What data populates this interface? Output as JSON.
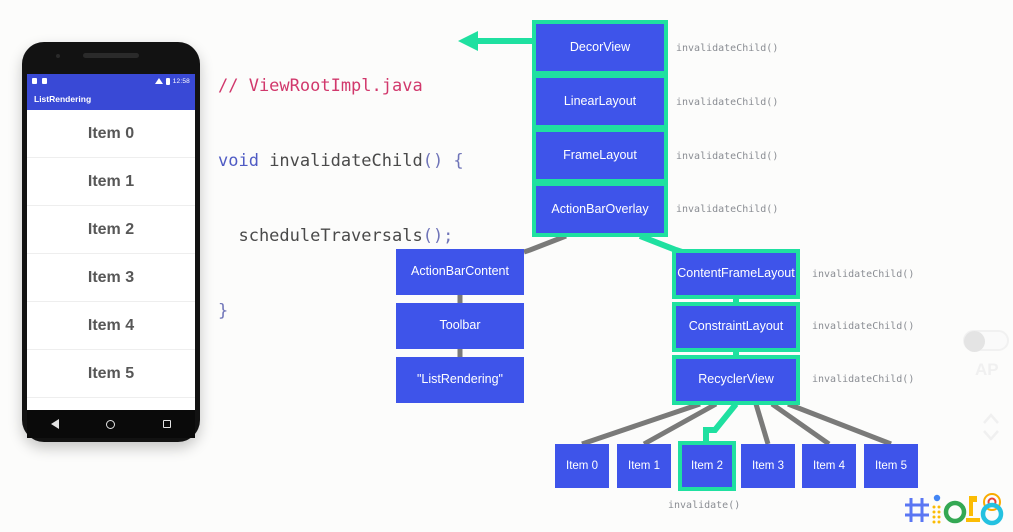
{
  "phone": {
    "status_bar": {
      "time": "12:58",
      "icons": [
        "notification-square",
        "notification-square",
        "wifi-icon",
        "battery-icon"
      ]
    },
    "app_title": "ListRendering",
    "list_items": [
      "Item 0",
      "Item 1",
      "Item 2",
      "Item 3",
      "Item 4",
      "Item 5"
    ],
    "nav_buttons": [
      "back",
      "home",
      "recents"
    ]
  },
  "code": {
    "line1_comment": "// ViewRootImpl.java",
    "line2_kw": "void",
    "line2_name": " invalidateChild",
    "line2_punc": "() {",
    "line3_name": "  scheduleTraversals",
    "line3_punc": "();",
    "line4_punc": "}"
  },
  "tree": {
    "spine": [
      {
        "label": "DecorView",
        "highlighted": true,
        "call": "invalidateChild()"
      },
      {
        "label": "LinearLayout",
        "highlighted": true,
        "call": "invalidateChild()"
      },
      {
        "label": "FrameLayout",
        "highlighted": true,
        "call": "invalidateChild()"
      },
      {
        "label": "ActionBarOverlay",
        "highlighted": true,
        "call": "invalidateChild()"
      }
    ],
    "left_branch": [
      {
        "label": "ActionBarContent",
        "highlighted": false,
        "call": ""
      },
      {
        "label": "Toolbar",
        "highlighted": false,
        "call": ""
      },
      {
        "label": "\"ListRendering\"",
        "highlighted": false,
        "call": ""
      }
    ],
    "right_branch": [
      {
        "label": "ContentFrameLayout",
        "highlighted": true,
        "call": "invalidateChild()"
      },
      {
        "label": "ConstraintLayout",
        "highlighted": true,
        "call": "invalidateChild()"
      },
      {
        "label": "RecyclerView",
        "highlighted": true,
        "call": "invalidateChild()"
      }
    ],
    "items": [
      {
        "label": "Item 0",
        "highlighted": false
      },
      {
        "label": "Item 1",
        "highlighted": false
      },
      {
        "label": "Item 2",
        "highlighted": true
      },
      {
        "label": "Item 3",
        "highlighted": false
      },
      {
        "label": "Item 4",
        "highlighted": false
      },
      {
        "label": "Item 5",
        "highlighted": false
      }
    ],
    "items_call": "invalidate()"
  },
  "watermarks": {
    "ap_text": "AP",
    "chevrons": "⌃\n⌄"
  },
  "colors": {
    "node_blue": "#3e54ea",
    "highlight_green": "#1fe0a0",
    "edge_gray": "#7a7a79",
    "comment_pink": "#d1386c",
    "keyword_blue": "#4f5bc4",
    "status_bar_blue": "#3949d6",
    "label_gray": "#8a8d93"
  }
}
